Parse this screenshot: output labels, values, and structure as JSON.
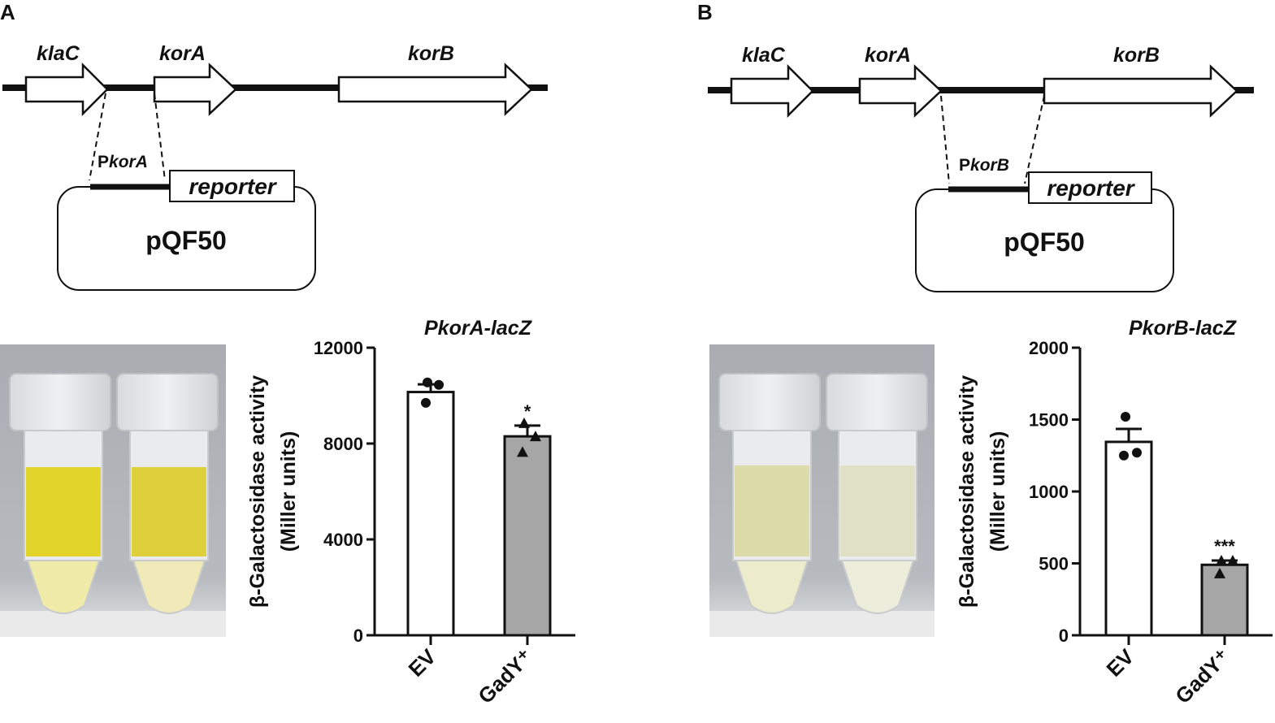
{
  "panels": [
    {
      "letter": "A",
      "genes": [
        "klaC",
        "korA",
        "korB"
      ],
      "promoter_prefix": "P",
      "promoter_gene": "korA",
      "reporter": "reporter",
      "plasmid": "pQF50",
      "tube_colors": [
        "#e3d42c",
        "#ddd03a"
      ]
    },
    {
      "letter": "B",
      "genes": [
        "klaC",
        "korA",
        "korB"
      ],
      "promoter_prefix": "P",
      "promoter_gene": "korB",
      "reporter": "reporter",
      "plasmid": "pQF50",
      "tube_colors": [
        "#dddca8",
        "#dfe0c6"
      ]
    }
  ],
  "chart_data": [
    {
      "type": "bar",
      "title": "PkorA-lacZ",
      "ylabel_line1": "β-Galactosidase activity",
      "ylabel_line2": "(Miller units)",
      "categories": [
        "EV",
        "GadY⁺"
      ],
      "values": [
        10150,
        8300
      ],
      "errors": [
        320,
        450
      ],
      "points": [
        [
          10550,
          10450,
          9700
        ],
        [
          8850,
          8300,
          7650
        ]
      ],
      "markers": [
        "circle",
        "triangle"
      ],
      "bar_colors": [
        "#ffffff",
        "#a6a6a6"
      ],
      "significance": [
        "",
        "*"
      ],
      "ylim": [
        0,
        12000
      ],
      "yticks": [
        0,
        4000,
        8000,
        12000
      ]
    },
    {
      "type": "bar",
      "title": "PkorB-lacZ",
      "ylabel_line1": "β-Galactosidase activity",
      "ylabel_line2": "(Miller units)",
      "categories": [
        "EV",
        "GadY⁺"
      ],
      "values": [
        1345,
        490
      ],
      "errors": [
        90,
        30
      ],
      "points": [
        [
          1520,
          1270,
          1250
        ],
        [
          520,
          520,
          430
        ]
      ],
      "markers": [
        "circle",
        "triangle"
      ],
      "bar_colors": [
        "#ffffff",
        "#a6a6a6"
      ],
      "significance": [
        "",
        "***"
      ],
      "ylim": [
        0,
        2000
      ],
      "yticks": [
        0,
        500,
        1000,
        1500,
        2000
      ]
    }
  ]
}
